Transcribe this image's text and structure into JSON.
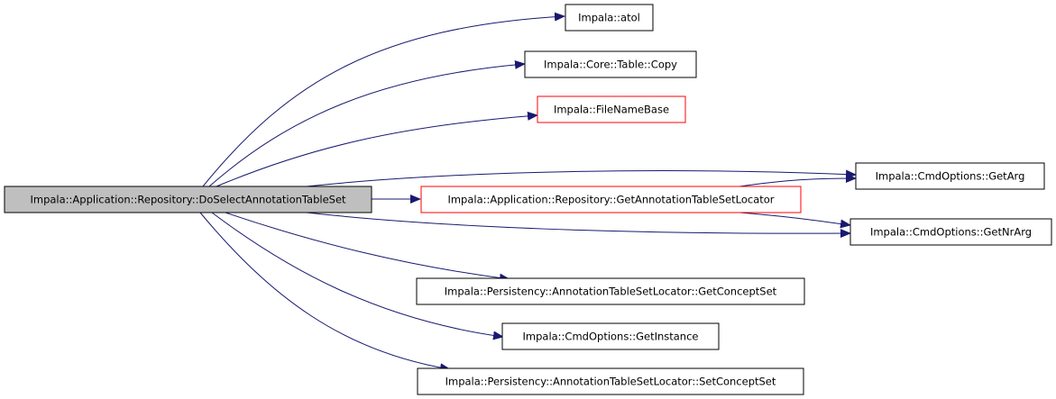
{
  "colors": {
    "edge": "#191970",
    "border_normal": "#000000",
    "border_truncated": "#ff0000",
    "root_fill": "#bfbfbf",
    "node_fill": "#ffffff"
  },
  "nodes": {
    "root": {
      "label": "Impala::Application::Repository::DoSelectAnnotationTableSet",
      "style": "root"
    },
    "atol": {
      "label": "Impala::atol",
      "style": "normal"
    },
    "copy": {
      "label": "Impala::Core::Table::Copy",
      "style": "normal"
    },
    "filenamebase": {
      "label": "Impala::FileNameBase",
      "style": "truncated"
    },
    "getarg": {
      "label": "Impala::CmdOptions::GetArg",
      "style": "normal"
    },
    "getlocator": {
      "label": "Impala::Application::Repository::GetAnnotationTableSetLocator",
      "style": "truncated"
    },
    "getnrarg": {
      "label": "Impala::CmdOptions::GetNrArg",
      "style": "normal"
    },
    "getconceptset": {
      "label": "Impala::Persistency::AnnotationTableSetLocator::GetConceptSet",
      "style": "normal"
    },
    "getinstance": {
      "label": "Impala::CmdOptions::GetInstance",
      "style": "normal"
    },
    "setconceptset": {
      "label": "Impala::Persistency::AnnotationTableSetLocator::SetConceptSet",
      "style": "normal"
    }
  },
  "edges": [
    {
      "from": "root",
      "to": "atol"
    },
    {
      "from": "root",
      "to": "copy"
    },
    {
      "from": "root",
      "to": "filenamebase"
    },
    {
      "from": "root",
      "to": "getarg"
    },
    {
      "from": "root",
      "to": "getlocator"
    },
    {
      "from": "root",
      "to": "getnrarg"
    },
    {
      "from": "root",
      "to": "getconceptset"
    },
    {
      "from": "root",
      "to": "getinstance"
    },
    {
      "from": "root",
      "to": "setconceptset"
    },
    {
      "from": "getlocator",
      "to": "getarg"
    },
    {
      "from": "getlocator",
      "to": "getnrarg"
    }
  ]
}
